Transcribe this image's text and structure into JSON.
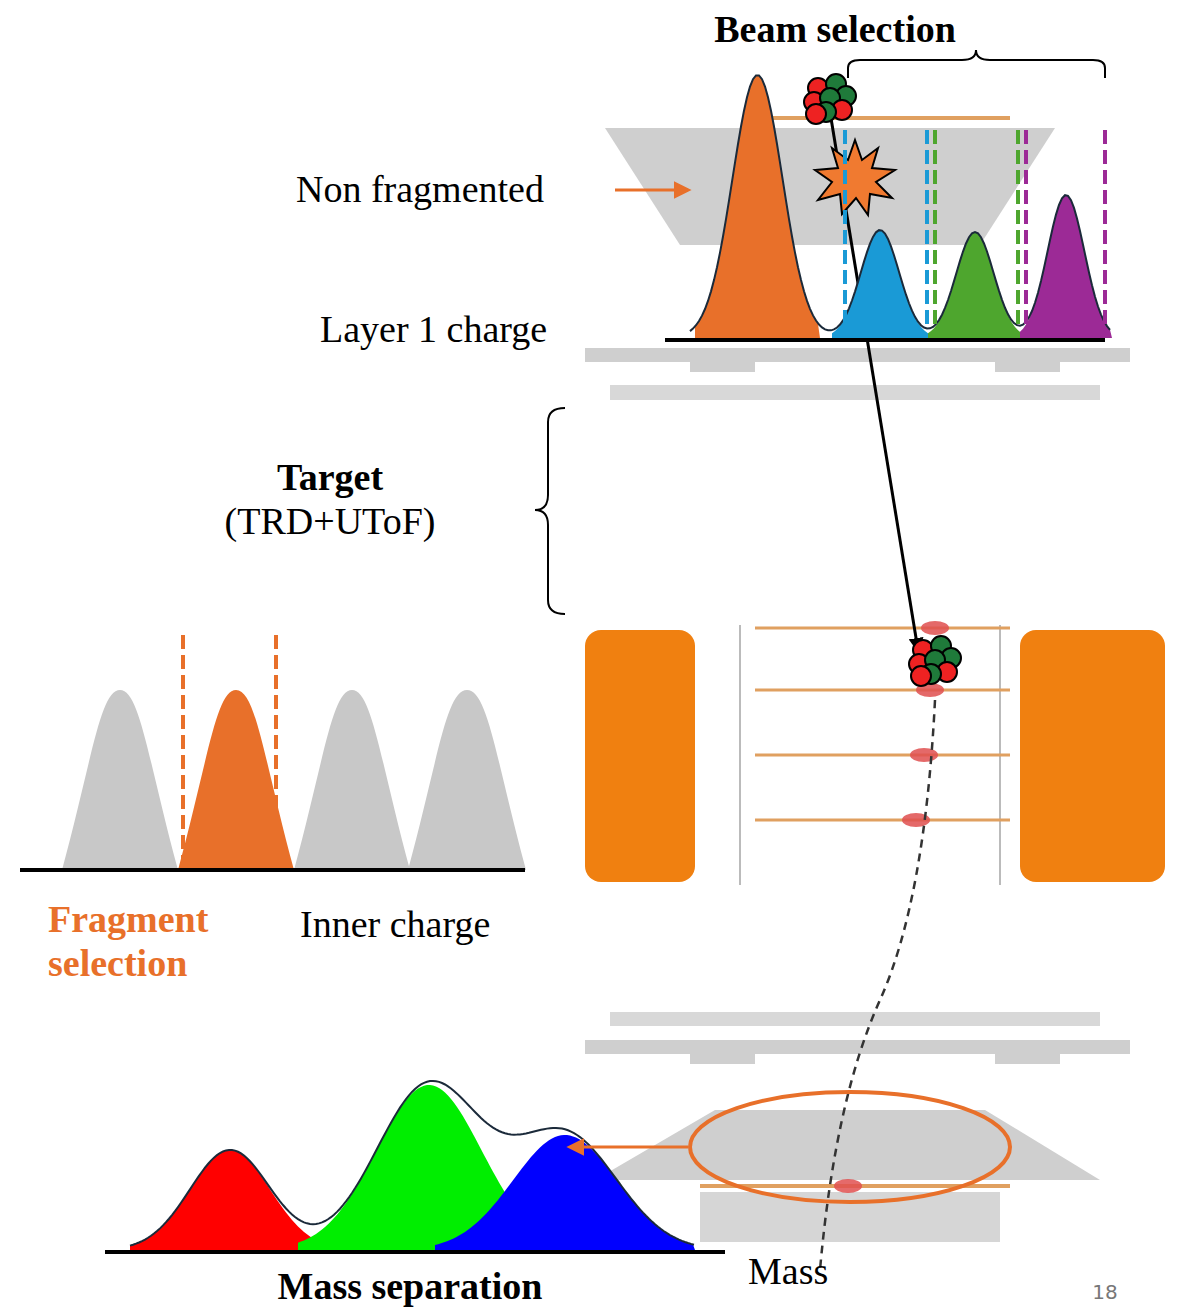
{
  "diagram": {
    "labels": [
      "Beam selection",
      "Non fragmented",
      "Layer 1 charge",
      "Target",
      "(TRD+UToF)",
      "Fragment selection",
      "Inner charge",
      "Mass",
      "Mass separation",
      "18"
    ]
  }
}
